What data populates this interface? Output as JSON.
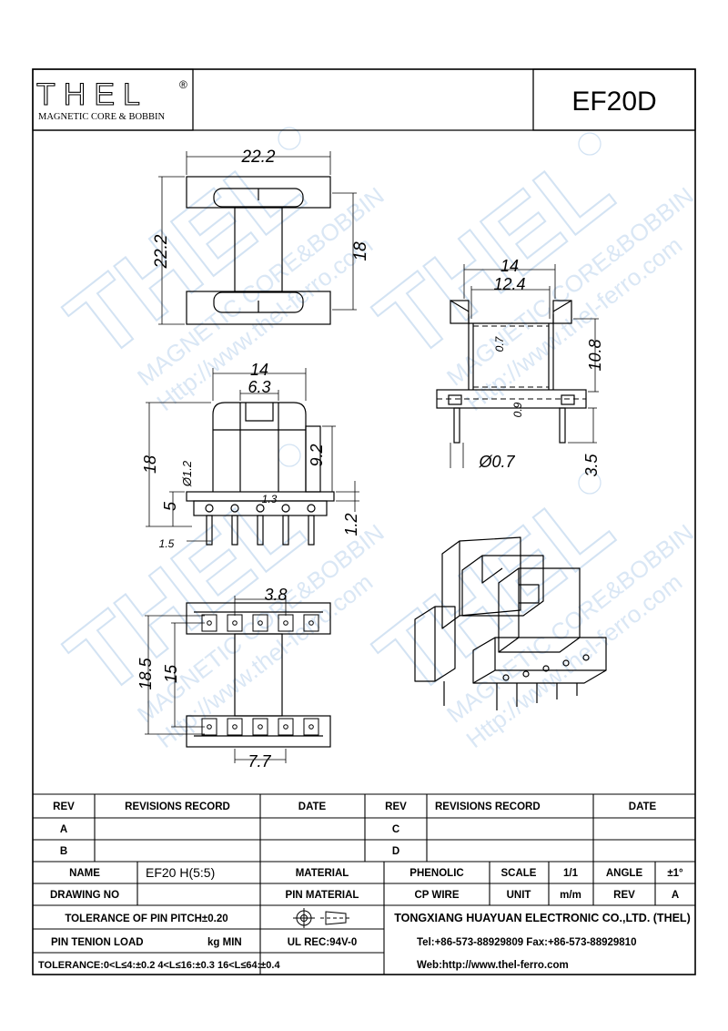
{
  "logo": {
    "text": "THEL",
    "registered": "®",
    "subtitle": "MAGNETIC CORE & BOBBIN"
  },
  "part_number": "EF20D",
  "watermark": {
    "brand": "THEL",
    "line1": "MAGNETIC CORE&BOBBIN",
    "line2": "Http://www.thel-ferro.com"
  },
  "dims": {
    "top_width": "22.2",
    "top_height": "22.2",
    "top_inner": "18",
    "side_width": "14",
    "side_inner": "6.3",
    "side_height": "18",
    "hole_dia": "Ø1.2",
    "body_dim": "9.2",
    "base_height": "5",
    "pin_spacing": "1.3",
    "pin_offset": "1.5",
    "pin_thickness": "1.2",
    "bottom_pitch": "3.8",
    "bottom_outer": "18.5",
    "bottom_inner": "15",
    "bottom_width": "7.7",
    "right_outer": "14",
    "right_inner": "12.4",
    "right_gap": "0.7",
    "right_height": "10.8",
    "right_base": "0.9",
    "pin_dia": "Ø0.7",
    "pin_length": "3.5"
  },
  "titleblock": {
    "rev_header": "REV",
    "revisions_header": "REVISIONS RECORD",
    "date_header": "DATE",
    "rev_header2": "REV",
    "revisions_header2": "REVISIONS RECORD",
    "date_header2": "DATE",
    "rev_a": "A",
    "rev_b": "B",
    "rev_c": "C",
    "rev_d": "D",
    "name_label": "NAME",
    "name_value": "EF20 H(5:5)",
    "material_label": "MATERIAL",
    "material_value": "PHENOLIC",
    "scale_label": "SCALE",
    "scale_value": "1/1",
    "angle_label": "ANGLE",
    "angle_value": "±1°",
    "drawing_no_label": "DRAWING NO",
    "pin_material_label": "PIN MATERIAL",
    "pin_material_value": "CP WIRE",
    "unit_label": "UNIT",
    "unit_value": "m/m",
    "rev_label": "REV",
    "rev_value": "A",
    "tolerance_pitch": "TOLERANCE OF PIN PITCH±0.20",
    "company": "TONGXIANG HUAYUAN ELECTRONIC CO.,LTD. (THEL)",
    "pin_tension": "PIN TENION LOAD",
    "kg_min": "kg MIN",
    "ul_rec": "UL REC:94V-0",
    "tel_fax": "Tel:+86-573-88929809 Fax:+86-573-88929810",
    "tolerance": "TOLERANCE:0<L≤4:±0.2  4<L≤16:±0.3  16<L≤64:±0.4",
    "web": "Web:http://www.thel-ferro.com"
  }
}
